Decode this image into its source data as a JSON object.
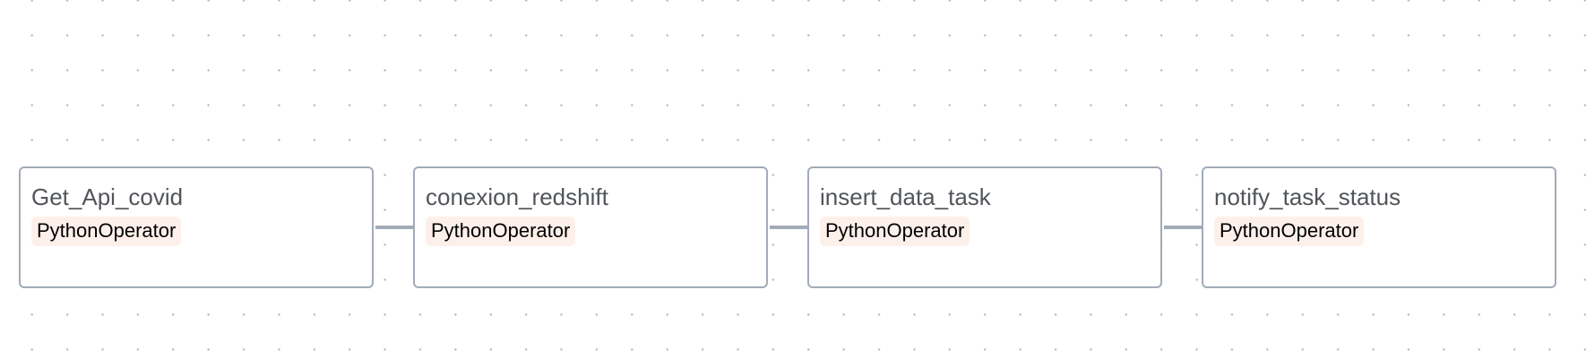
{
  "graph": {
    "nodes": [
      {
        "id": "get_api_covid",
        "label": "Get_Api_covid",
        "operator": "PythonOperator",
        "color": "#fdf0ea"
      },
      {
        "id": "conexion_redshift",
        "label": "conexion_redshift",
        "operator": "PythonOperator",
        "color": "#fdf0ea"
      },
      {
        "id": "insert_data_task",
        "label": "insert_data_task",
        "operator": "PythonOperator",
        "color": "#fdf0ea"
      },
      {
        "id": "notify_task_status",
        "label": "notify_task_status",
        "operator": "PythonOperator",
        "color": "#fdf0ea"
      }
    ],
    "edges": [
      {
        "from": "get_api_covid",
        "to": "conexion_redshift"
      },
      {
        "from": "conexion_redshift",
        "to": "insert_data_task"
      },
      {
        "from": "insert_data_task",
        "to": "notify_task_status"
      }
    ],
    "colors": {
      "edge": "#a2abb8",
      "node_border": "#a2abb8",
      "title_text": "#51555a",
      "background_dots": "#b9bcc2"
    }
  }
}
